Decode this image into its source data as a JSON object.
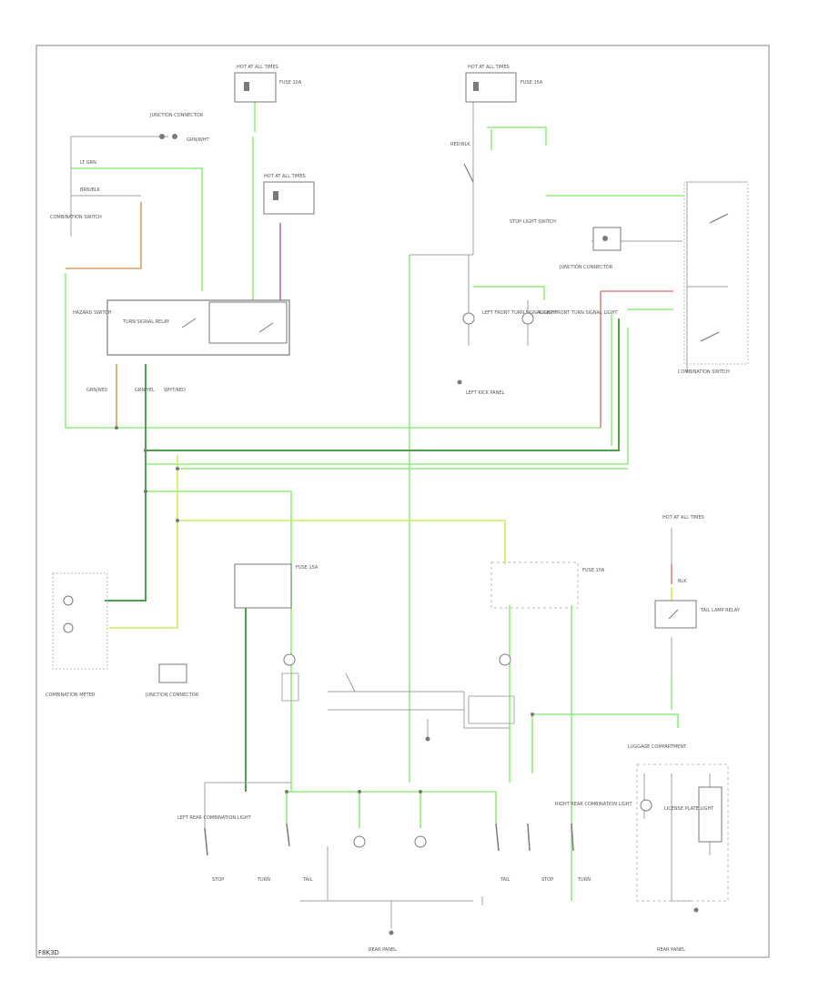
{
  "diagram": {
    "footer_code": "F8K3D",
    "colors": {
      "wire_green": "#8fef7a",
      "wire_yellow_green": "#c9ef5a",
      "wire_dark_green": "#4f9f4f",
      "wire_orange": "#d8a060",
      "wire_red": "#e08080",
      "wire_violet": "#b070d0",
      "line_gray": "#9a9a9a",
      "component_gray": "#7a7a7a"
    },
    "labels": {
      "fuse_box_top_left": "HOT AT ALL TIMES",
      "fuse_box_top_right": "HOT AT ALL TIMES",
      "left_fuse": "FUSE 10A",
      "right_fuse": "FUSE 15A",
      "junction_connector": "JUNCTION CONNECTOR",
      "hazard_switch": "HAZARD SWITCH",
      "turn_signal_relay": "TURN SIGNAL RELAY",
      "stop_lamp_switch": "STOP LIGHT SWITCH",
      "combination_switch": "COMBINATION SWITCH",
      "combination_meter": "COMBINATION METER",
      "tail_lamp_relay": "TAIL LAMP RELAY",
      "front_left_lamp": "LEFT FRONT TURN SIGNAL LIGHT",
      "front_right_lamp": "RIGHT FRONT TURN SIGNAL LIGHT",
      "left_rear_combination": "LEFT REAR COMBINATION LIGHT",
      "right_rear_combination": "RIGHT REAR COMBINATION LIGHT",
      "license_light": "LICENSE PLATE LIGHT",
      "stop": "STOP",
      "turn": "TURN",
      "tail": "TAIL",
      "ground_left": "LEFT KICK PANEL",
      "ground_rear": "REAR PANEL",
      "license_panel": "LUGGAGE COMPARTMENT"
    },
    "wire_codes": {
      "a": "GRN/WHT",
      "b": "LT GRN",
      "c": "GRN/YEL",
      "d": "WHT/RED",
      "e": "BLK",
      "f": "BRN/BLK",
      "g": "RED/BLK",
      "h": "GRN/RED"
    }
  }
}
